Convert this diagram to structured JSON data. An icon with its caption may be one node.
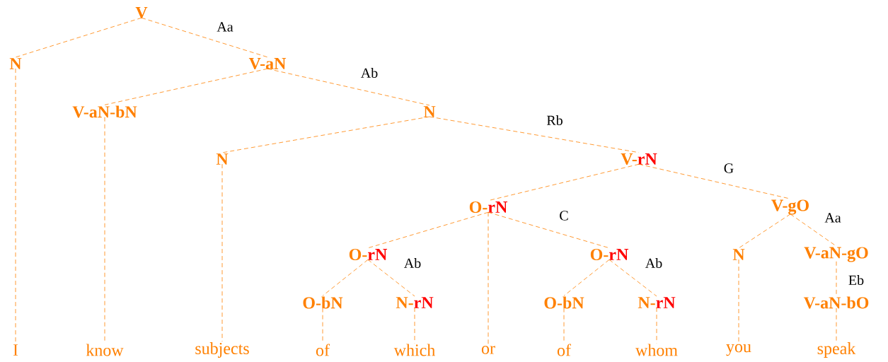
{
  "diagram": {
    "nodes": [
      {
        "text": [
          "V"
        ]
      },
      {
        "text": [
          "N"
        ]
      },
      {
        "text": [
          "V-aN"
        ]
      },
      {
        "text": [
          "V-aN-bN"
        ]
      },
      {
        "text": [
          "N"
        ]
      },
      {
        "text": [
          "N"
        ]
      },
      {
        "text": [
          "V-",
          "rN"
        ]
      },
      {
        "text": [
          "O-",
          "rN"
        ],
        "beside": [
          "C"
        ]
      },
      {
        "text": [
          "V-gO"
        ],
        "beside": [
          "Aa"
        ]
      },
      {
        "text": [
          "O-",
          "rN"
        ],
        "beside": [
          "Ab"
        ]
      },
      {
        "text": [
          "O-",
          "rN"
        ],
        "beside": [
          "Ab"
        ]
      },
      {
        "text": [
          "N"
        ]
      },
      {
        "text": [
          "V-aN-gO"
        ],
        "beside": [
          "Eb"
        ]
      },
      {
        "text": [
          "O-bN"
        ]
      },
      {
        "text": [
          "N-",
          "rN"
        ]
      },
      {
        "text": [
          "O-bN"
        ]
      },
      {
        "text": [
          "N-",
          "rN"
        ]
      },
      {
        "text": [
          "V-aN-bO"
        ]
      },
      {
        "text": [
          "I"
        ]
      },
      {
        "text": [
          "know"
        ]
      },
      {
        "text": [
          "subjects"
        ]
      },
      {
        "text": [
          "of"
        ]
      },
      {
        "text": [
          "which"
        ]
      },
      {
        "text": [
          "or"
        ]
      },
      {
        "text": [
          "of"
        ]
      },
      {
        "text": [
          "whom"
        ]
      },
      {
        "text": [
          "you"
        ]
      },
      {
        "text": [
          "speak"
        ]
      }
    ],
    "edges": [
      {
        "from": 0,
        "to": 1,
        "arrow": "none"
      },
      {
        "from": 0,
        "to": 2,
        "arrow": "none"
      },
      {
        "from": 2,
        "to": 3,
        "arrow": "none"
      },
      {
        "from": 2,
        "to": 4,
        "arrow": "none"
      },
      {
        "from": 4,
        "to": 5,
        "arrow": "none"
      },
      {
        "from": 4,
        "to": 6,
        "arrow": "none"
      },
      {
        "from": 6,
        "to": 7,
        "arrow": "none"
      },
      {
        "from": 6,
        "to": 8,
        "arrow": "none"
      },
      {
        "from": 7,
        "to": 9,
        "arrow": "none"
      },
      {
        "from": 7,
        "to": 23,
        "arrow": "none"
      },
      {
        "from": 7,
        "to": 10,
        "arrow": "none"
      },
      {
        "from": 9,
        "to": 13,
        "arrow": "none"
      },
      {
        "from": 9,
        "to": 14,
        "arrow": "none"
      },
      {
        "from": 10,
        "to": 15,
        "arrow": "none"
      },
      {
        "from": 10,
        "to": 16,
        "arrow": "none"
      },
      {
        "from": 8,
        "to": 11,
        "arrow": "none"
      },
      {
        "from": 8,
        "to": 12,
        "arrow": "none"
      },
      {
        "from": 12,
        "to": 17,
        "arrow": "none"
      },
      {
        "from": 1,
        "to": 18,
        "arrow": "none"
      },
      {
        "from": 3,
        "to": 19,
        "arrow": "none"
      },
      {
        "from": 5,
        "to": 20,
        "arrow": "none"
      },
      {
        "from": 13,
        "to": 21,
        "arrow": "none"
      },
      {
        "from": 14,
        "to": 22,
        "arrow": "none"
      },
      {
        "from": 15,
        "to": 24,
        "arrow": "none"
      },
      {
        "from": 16,
        "to": 25,
        "arrow": "none"
      },
      {
        "from": 11,
        "to": 26,
        "arrow": "none"
      },
      {
        "from": 17,
        "to": 27,
        "arrow": "none"
      }
    ],
    "labels": [
      "Aa",
      "Ab",
      "Rb",
      "G"
    ]
  }
}
